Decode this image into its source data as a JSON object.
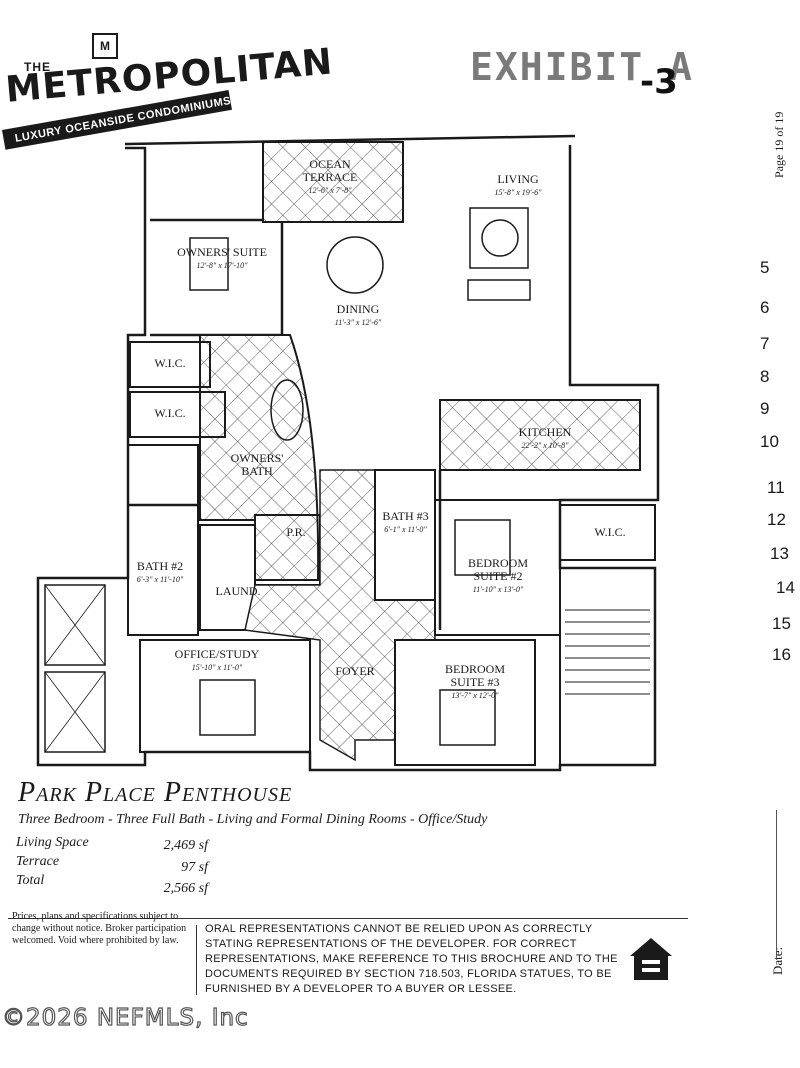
{
  "logo": {
    "the": "THE",
    "name": "METROPOLITAN",
    "tagline": "LUXURY OCEANSIDE CONDOMINIUMS",
    "mark": "M"
  },
  "stamp": {
    "text": "EXHIBIT A",
    "number": "-3"
  },
  "page_label": "Page 19 of 19",
  "line_numbers": [
    "5",
    "6",
    "7",
    "8",
    "9",
    "10",
    "11",
    "12",
    "13",
    "14",
    "15",
    "16"
  ],
  "rooms": {
    "ocean_terrace": {
      "name": "OCEAN TERRACE",
      "dim": "12'-6\" x 7'-8\""
    },
    "living": {
      "name": "LIVING",
      "dim": "15'-8\" x 19'-6\""
    },
    "owners_suite": {
      "name": "OWNERS' SUITE",
      "dim": "12'-8\" x 17'-10\""
    },
    "dining": {
      "name": "DINING",
      "dim": "11'-3\" x 12'-6\""
    },
    "wic1": {
      "name": "W.I.C."
    },
    "wic2": {
      "name": "W.I.C."
    },
    "kitchen": {
      "name": "KITCHEN",
      "dim": "22'-2\" x 10'-8\""
    },
    "owners_bath": {
      "name": "OWNERS' BATH"
    },
    "bath3": {
      "name": "BATH #3",
      "dim": "6'-1\" x 11'-0\""
    },
    "pr": {
      "name": "P.R."
    },
    "wic3": {
      "name": "W.I.C."
    },
    "bedroom2": {
      "name": "BEDROOM SUITE #2",
      "dim": "11'-10\" x 13'-0\""
    },
    "bath2": {
      "name": "BATH #2",
      "dim": "6'-3\" x 11'-10\""
    },
    "laund": {
      "name": "LAUND."
    },
    "office": {
      "name": "OFFICE/STUDY",
      "dim": "15'-10\" x 11'-0\""
    },
    "foyer": {
      "name": "FOYER"
    },
    "bedroom3": {
      "name": "BEDROOM SUITE #3",
      "dim": "13'-7\" x 12'-0\""
    }
  },
  "plan": {
    "title": "Park Place Penthouse",
    "subtitle": "Three Bedroom - Three Full Bath - Living and Formal Dining Rooms - Office/Study",
    "specs": [
      {
        "label": "Living Space",
        "value": "2,469 sf"
      },
      {
        "label": "Terrace",
        "value": "97 sf"
      },
      {
        "label": "Total",
        "value": "2,566 sf"
      }
    ]
  },
  "disclaimer_left": "Prices, plans and specifications subject to change without notice. Broker participation welcomed. Void where prohibited by law.",
  "disclaimer_right": "ORAL REPRESENTATIONS CANNOT BE RELIED UPON AS CORRECTLY STATING REPRESENTATIONS OF THE DEVELOPER. FOR CORRECT REPRESENTATIONS, MAKE REFERENCE TO THIS BROCHURE AND TO THE DOCUMENTS REQUIRED BY SECTION 718.503, FLORIDA STATUES, TO BE FURNISHED BY A DEVELOPER TO A BUYER OR LESSEE.",
  "date_label": "Date:",
  "watermark": "©2026 NEFMLS, Inc",
  "icons": {
    "equal_housing": "equal-housing-icon"
  }
}
